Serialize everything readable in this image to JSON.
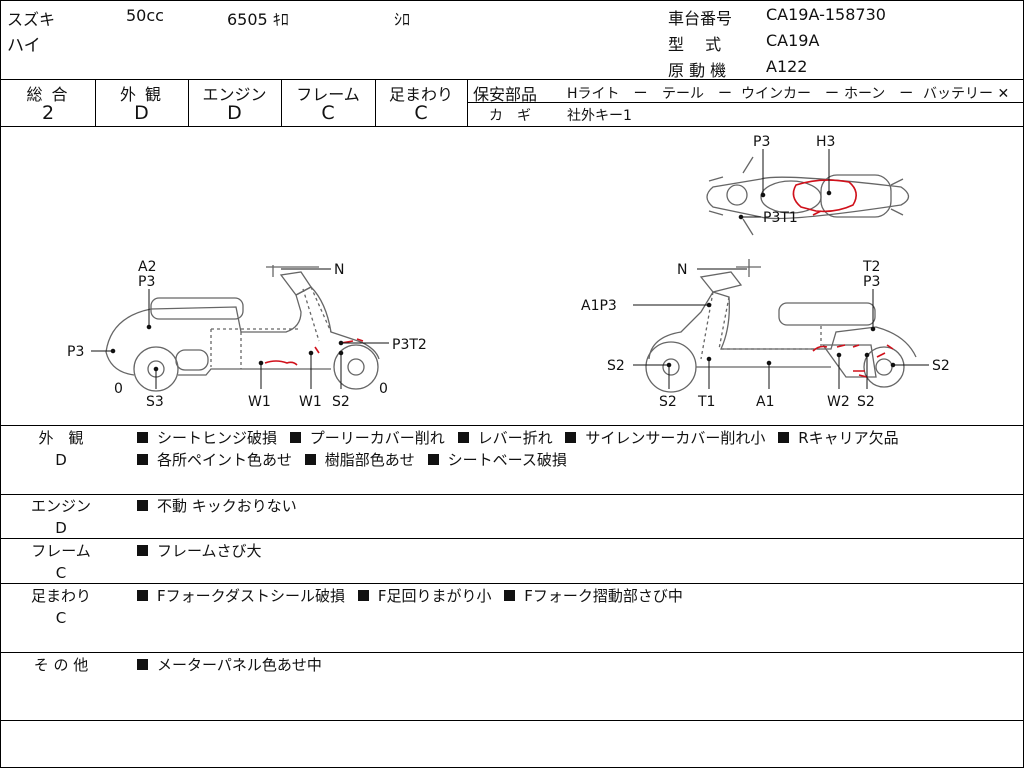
{
  "header": {
    "maker": "スズキ",
    "displacement": "50cc",
    "mileage": "6505 ｷﾛ",
    "color": "ｼﾛ",
    "model_name": "ハイ",
    "frame_no_label": "車台番号",
    "frame_no_value": "CA19A-158730",
    "type_label": "型　 式",
    "type_value": "CA19A",
    "engine_label": "原 動 機",
    "engine_value": "A122"
  },
  "grades": [
    {
      "label": "総 合",
      "value": "2"
    },
    {
      "label": "外 観",
      "value": "D"
    },
    {
      "label": "エンジン",
      "value": "D"
    },
    {
      "label": "フレーム",
      "value": "C"
    },
    {
      "label": "足まわり",
      "value": "C"
    }
  ],
  "safety": {
    "title": "保安部品",
    "items": [
      "Hライト　ー",
      "テール　ー",
      "ウインカー　ー",
      "ホーン　ー",
      "バッテリー ✕"
    ],
    "key_label": "カ　ギ",
    "key_value": "社外キー1"
  },
  "diagram": {
    "left_labels": [
      "A2",
      "P3",
      "N",
      "P3",
      "P3T2",
      "0",
      "S3",
      "W1",
      "W1",
      "S2",
      "0"
    ],
    "right_labels": [
      "N",
      "T2",
      "P3",
      "A1P3",
      "S2",
      "S2",
      "T1",
      "A1",
      "W2",
      "S2",
      "S2"
    ],
    "top_labels": [
      "P3",
      "H3",
      "P3T1"
    ],
    "damage_color": "#d0101a"
  },
  "remarks": [
    {
      "title": "外　観",
      "grade": "D",
      "items": [
        "シートヒンジ破損",
        "プーリーカバー削れ",
        "レバー折れ",
        "サイレンサーカバー削れ小",
        "Rキャリア欠品",
        "各所ペイント色あせ",
        "樹脂部色あせ",
        "シートベース破損"
      ]
    },
    {
      "title": "エンジン",
      "grade": "D",
      "items": [
        "不動 キックおりない"
      ]
    },
    {
      "title": "フレーム",
      "grade": "C",
      "items": [
        "フレームさび大"
      ]
    },
    {
      "title": "足まわり",
      "grade": "C",
      "items": [
        "Fフォークダストシール破損",
        "F足回りまがり小",
        "Fフォーク摺動部さび中"
      ]
    },
    {
      "title": "そ の 他",
      "grade": "",
      "items": [
        "メーターパネル色あせ中"
      ]
    }
  ]
}
